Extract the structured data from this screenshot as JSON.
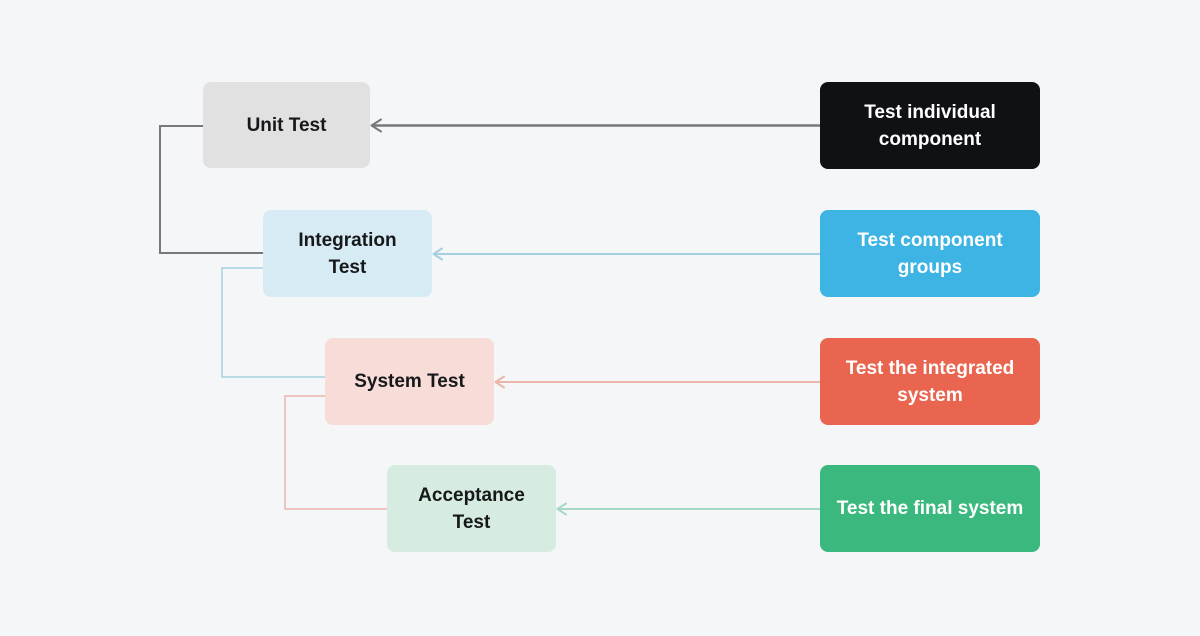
{
  "diagram": {
    "background": "#f4f6f8",
    "stages": [
      {
        "id": "unit-test",
        "label": "Unit Test",
        "fill": "#e1e1e2",
        "text_color": "#16181a"
      },
      {
        "id": "integration-test",
        "label": "Integration Test",
        "fill": "#d7ebf4",
        "text_color": "#16181a"
      },
      {
        "id": "system-test",
        "label": "System Test",
        "fill": "#f8dcd8",
        "text_color": "#16181a"
      },
      {
        "id": "acceptance-test",
        "label": "Acceptance Test",
        "fill": "#d7ece1",
        "text_color": "#16181a"
      }
    ],
    "descriptions": [
      {
        "id": "desc-unit-test",
        "label": "Test individual component",
        "fill": "#101114",
        "text_color": "#ffffff"
      },
      {
        "id": "desc-integration-test",
        "label": "Test component groups",
        "fill": "#3db4e3",
        "text_color": "#ffffff"
      },
      {
        "id": "desc-system-test",
        "label": "Test the integrated system",
        "fill": "#e9654f",
        "text_color": "#ffffff"
      },
      {
        "id": "desc-acceptance-test",
        "label": "Test the final system",
        "fill": "#3ab87e",
        "text_color": "#ffffff"
      }
    ],
    "connector_colors": {
      "unit": "#75787c",
      "integration": "#a6d0e0",
      "system": "#ecb6ac",
      "acceptance": "#a7d8c5"
    }
  }
}
